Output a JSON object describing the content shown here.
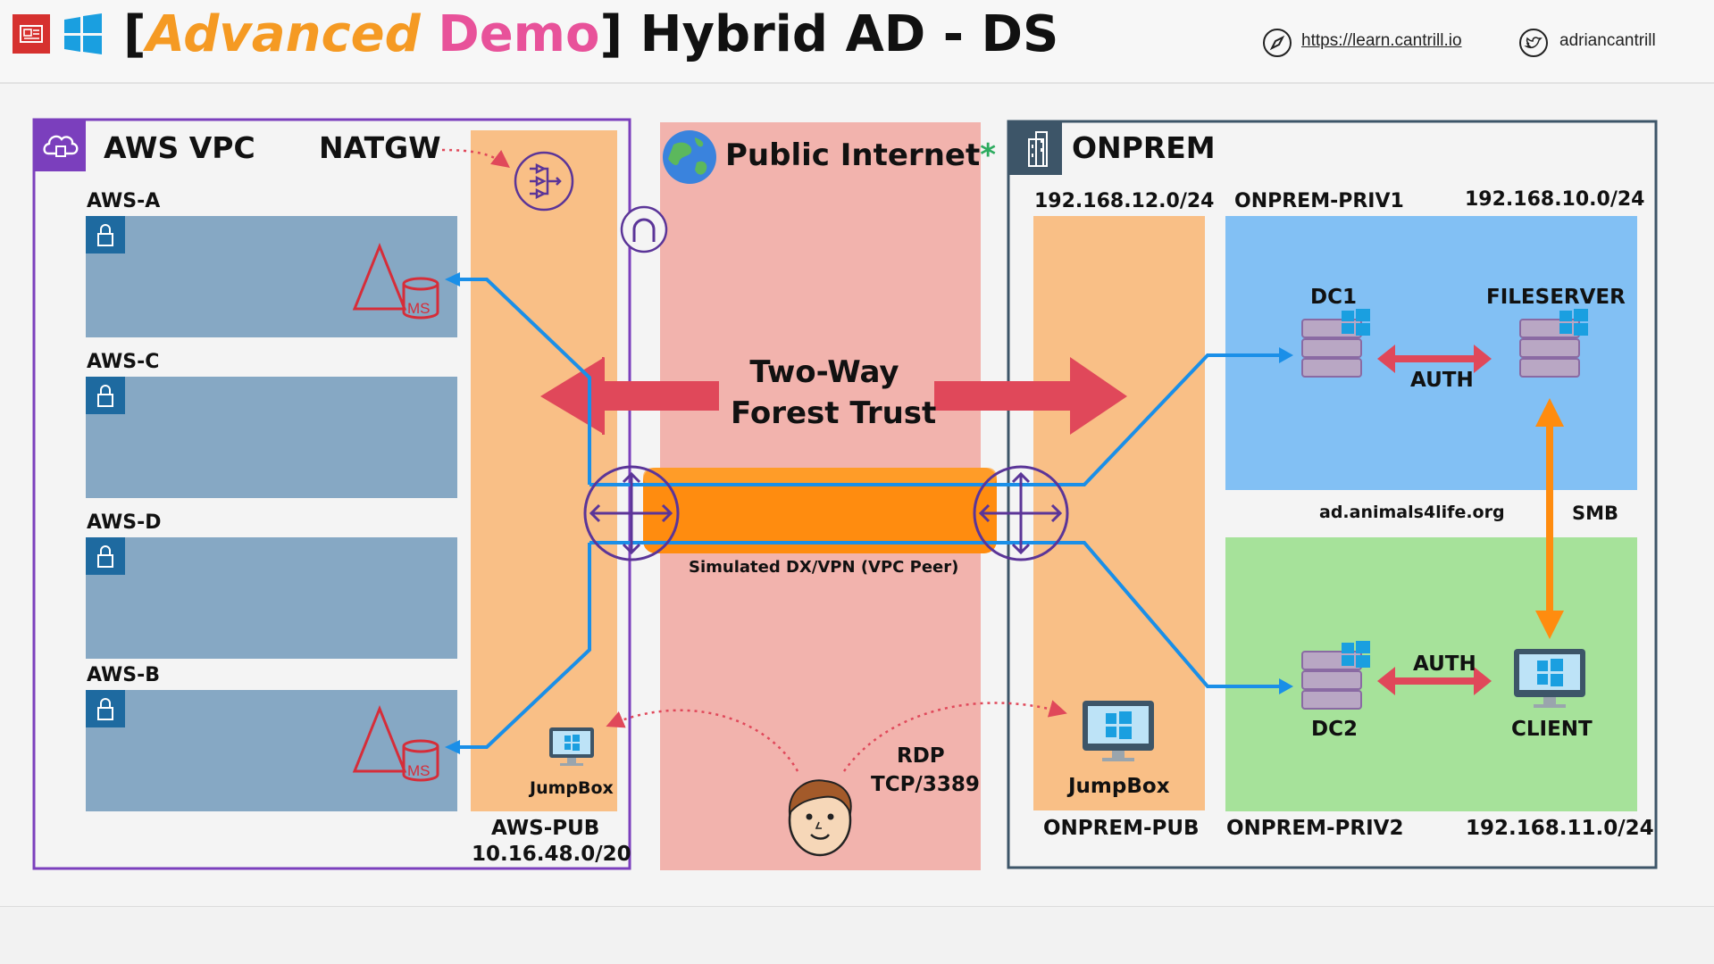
{
  "header": {
    "title_bracket_open": "[",
    "title_word_advanced": "Advanced",
    "title_word_demo": "Demo",
    "title_bracket_close": "]",
    "title_rest": "Hybrid AD - DS",
    "link_text": "https://learn.cantrill.io",
    "twitter_handle": "adriancantrill",
    "colors": {
      "advanced": "#f59a23",
      "demo": "#e8529a"
    }
  },
  "aws": {
    "vpc_title": "AWS VPC",
    "natgw_label": "NATGW",
    "subnets": [
      {
        "label": "AWS-A"
      },
      {
        "label": "AWS-C"
      },
      {
        "label": "AWS-D"
      },
      {
        "label": "AWS-B"
      }
    ],
    "directory_badge": "MS",
    "jumpbox_label": "JumpBox",
    "pub_subnet_label": "AWS-PUB",
    "pub_subnet_cidr": "10.16.48.0/20"
  },
  "internet": {
    "title": "Public Internet",
    "asterisk": "*",
    "trust_line1": "Two-Way",
    "trust_line2": "Forest Trust",
    "link_label": "Simulated DX/VPN (VPC Peer)",
    "rdp_line1": "RDP",
    "rdp_line2": "TCP/3389"
  },
  "onprem": {
    "title": "ONPREM",
    "pub_cidr": "192.168.12.0/24",
    "priv1_label": "ONPREM-PRIV1",
    "priv1_cidr": "192.168.10.0/24",
    "dc1_label": "DC1",
    "fileserver_label": "FILESERVER",
    "auth_label_top": "AUTH",
    "domain_label": "ad.animals4life.org",
    "smb_label": "SMB",
    "auth_label_bottom": "AUTH",
    "dc2_label": "DC2",
    "client_label": "CLIENT",
    "jumpbox_label": "JumpBox",
    "pub_label": "ONPREM-PUB",
    "priv2_label": "ONPREM-PRIV2",
    "priv2_cidr": "192.168.11.0/24"
  }
}
